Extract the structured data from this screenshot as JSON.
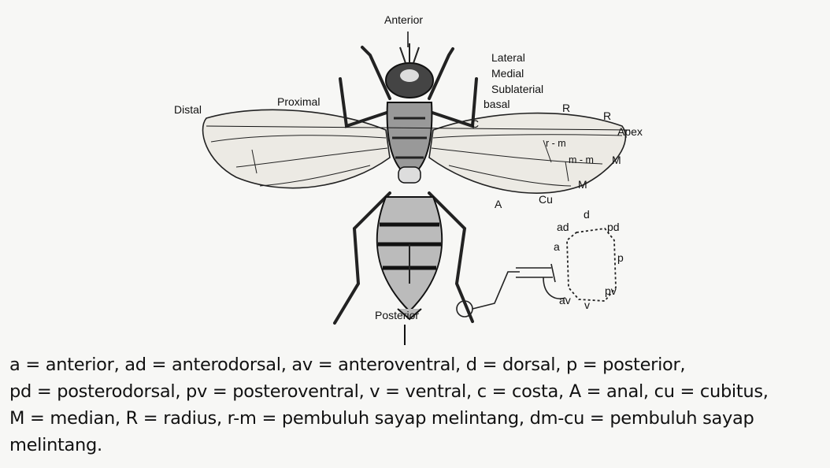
{
  "labels": {
    "anterior": "Anterior",
    "posterior": "Posterior",
    "distal": "Distal",
    "proximal": "Proximal",
    "lateral": "Lateral",
    "medial": "Medial",
    "sublaterial": "Sublaterial",
    "basal": "basal",
    "C": "C",
    "R1": "R",
    "R2": "R",
    "apex": "Apex",
    "rm": "r - m",
    "mm": "m - m",
    "M1": "M",
    "M2": "M",
    "A": "A",
    "Cu": "Cu",
    "d": "d",
    "ad": "ad",
    "pd": "pd",
    "a": "a",
    "p": "p",
    "av": "av",
    "v": "v",
    "pv": "pv"
  },
  "caption": {
    "line1": "a = anterior, ad = anterodorsal, av = anteroventral, d = dorsal, p = posterior,",
    "line2": "pd = posterodorsal, pv = posteroventral, v = ventral, c = costa, A = anal, cu = cubitus,",
    "line3": "M = median, R = radius, r-m = pembuluh sayap melintang, dm-cu = pembuluh sayap",
    "line4": "melintang."
  }
}
